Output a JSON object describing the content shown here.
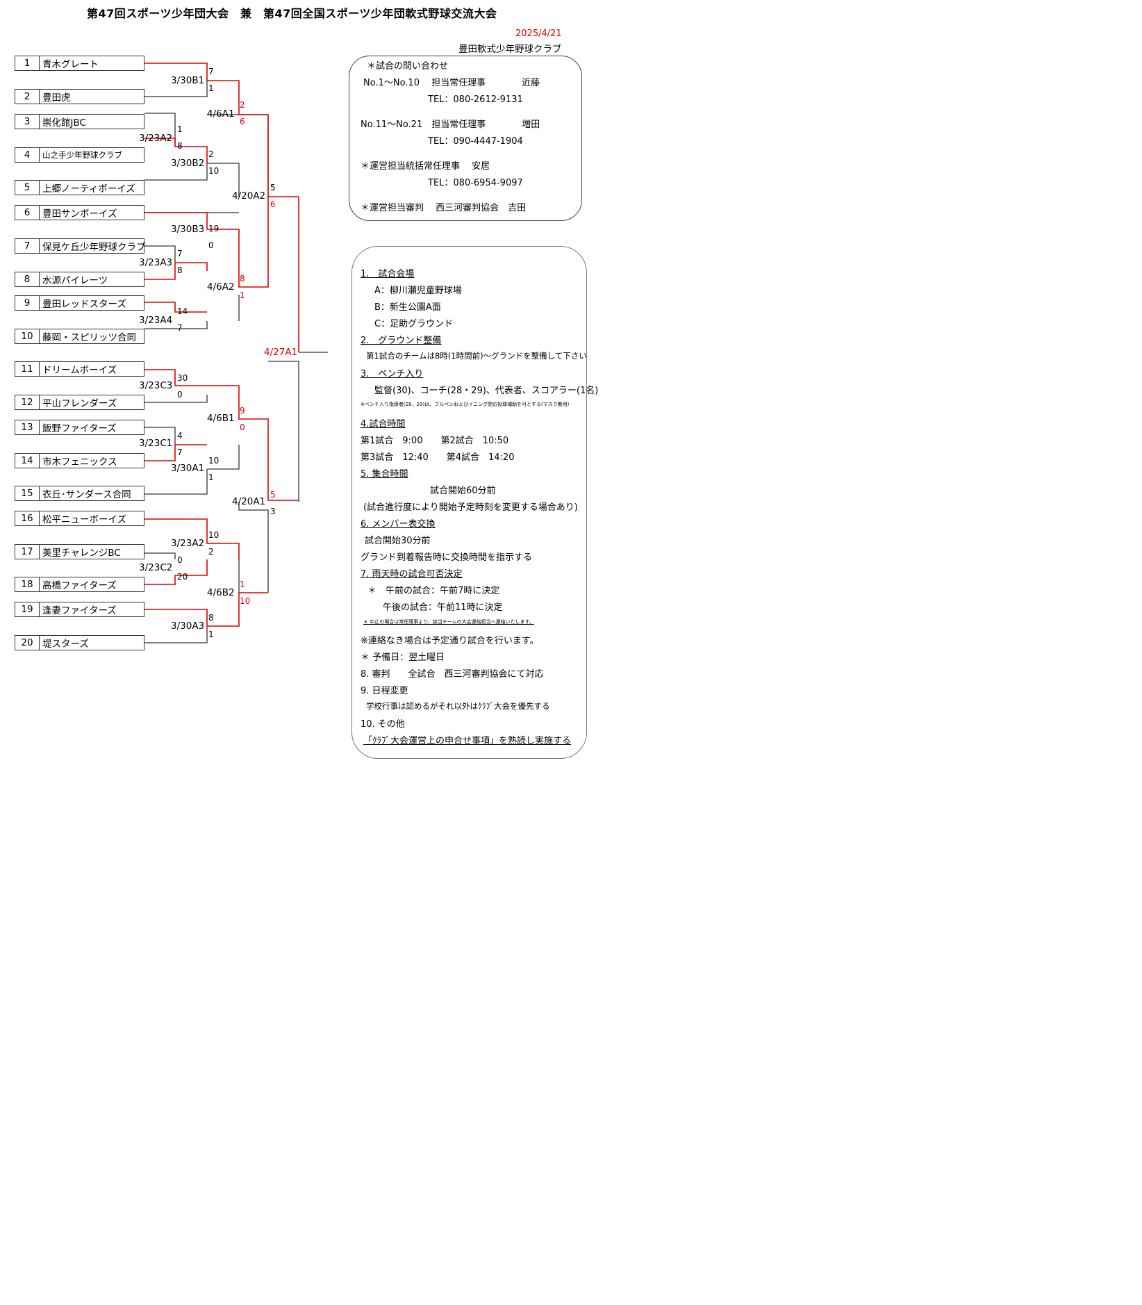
{
  "title": "第47回スポーツ少年団大会　兼　第47回全国スポーツ少年団軟式野球交流大会",
  "date": "2025/4/21",
  "organizer": "豊田軟式少年野球クラブ",
  "teams": [
    {
      "seed": "1",
      "name": "青木グレート"
    },
    {
      "seed": "2",
      "name": "豊田虎"
    },
    {
      "seed": "3",
      "name": "崇化館JBC"
    },
    {
      "seed": "4",
      "name": "山之手少年野球クラブ"
    },
    {
      "seed": "5",
      "name": "上郷ノーティボーイズ"
    },
    {
      "seed": "6",
      "name": "豊田サンボーイズ"
    },
    {
      "seed": "7",
      "name": "保見ケ丘少年野球クラブ"
    },
    {
      "seed": "8",
      "name": "水源パイレーツ"
    },
    {
      "seed": "9",
      "name": "豊田レッドスターズ"
    },
    {
      "seed": "10",
      "name": "藤岡・スピリッツ合同"
    },
    {
      "seed": "11",
      "name": "ドリームボーイズ"
    },
    {
      "seed": "12",
      "name": "平山フレンダーズ"
    },
    {
      "seed": "13",
      "name": "飯野ファイターズ"
    },
    {
      "seed": "14",
      "name": "市木フェニックス"
    },
    {
      "seed": "15",
      "name": "衣丘･サンダース合同"
    },
    {
      "seed": "16",
      "name": "松平ニューボーイズ"
    },
    {
      "seed": "17",
      "name": "美里チャレンジBC"
    },
    {
      "seed": "18",
      "name": "高橋ファイターズ"
    },
    {
      "seed": "19",
      "name": "逢妻ファイターズ"
    },
    {
      "seed": "20",
      "name": "堤スターズ"
    }
  ],
  "games": [
    {
      "label": "3/30B1",
      "top": "7",
      "bottom": "1"
    },
    {
      "label": "3/23A2",
      "top": "1",
      "bottom": "8"
    },
    {
      "label": "3/30B2",
      "top": "2",
      "bottom": "10"
    },
    {
      "label": "4/6A1",
      "top": "2",
      "bottom": "6"
    },
    {
      "label": "3/30B3",
      "top": "19",
      "bottom": "0"
    },
    {
      "label": "3/23A3",
      "top": "7",
      "bottom": "8"
    },
    {
      "label": "3/23A4",
      "top": "14",
      "bottom": "7"
    },
    {
      "label": "4/6A2",
      "top": "8",
      "bottom": "1"
    },
    {
      "label": "4/20A2",
      "top": "5",
      "bottom": "6"
    },
    {
      "label": "4/27A1"
    },
    {
      "label": "3/23C3",
      "top": "30",
      "bottom": "0"
    },
    {
      "label": "3/23C1",
      "top": "4",
      "bottom": "7"
    },
    {
      "label": "3/30A1",
      "top": "10",
      "bottom": "1"
    },
    {
      "label": "4/6B1",
      "top": "9",
      "bottom": "0"
    },
    {
      "label": "3/23A2",
      "top": "10",
      "bottom": "2"
    },
    {
      "label": "3/23C2",
      "top": "0",
      "bottom": "20"
    },
    {
      "label": "3/30A3",
      "top": "8",
      "bottom": "1"
    },
    {
      "label": "4/6B2",
      "top": "1",
      "bottom": "10"
    },
    {
      "label": "4/20A1",
      "top": "5",
      "bottom": "3"
    }
  ],
  "contacts": {
    "heading": "＊試合の問い合わせ",
    "range1": "No.1～No.10　 担当常任理事　　　　近藤",
    "tel1": "TEL：080-2612-9131",
    "range2": "No.11～No.21　担当常任理事　　　　増田",
    "tel2": "TEL：090-4447-1904",
    "ops": "＊運営担当統括常任理事　 安居",
    "tel3": "TEL：080-6954-9097",
    "umpire": "＊運営担当審判　 西三河審判協会　吉田"
  },
  "rules": {
    "r1": "1.　試合会場",
    "r1a": "A：柳川瀬児童野球場",
    "r1b": "B：新生公園A面",
    "r1c": "C：足助グラウンド",
    "r2": "2.　グラウンド整備",
    "r2a": "第1試合のチームは8時(1時間前)～グランドを整備して下さい",
    "r3": "3.　ベンチ入り",
    "r3a": "監督(30)、コーチ(28・29)、代表者、スコアラー(1名)",
    "r3b": "※ベンチ入り指導者(28，29)は、ブルペンおよびイニング間の投球補助を可とする(マスク着用)",
    "r4": "4.試合時間",
    "r4a": "第1試合　9:00　　第2試合　10:50",
    "r4b": "第3試合　12:40　　第4試合　14:20",
    "r5": "5. 集合時間",
    "r5a": "試合開始60分前",
    "r5b": "(試合進行度により開始予定時刻を変更する場合あり)",
    "r6": "6. メンバー表交換",
    "r6a": "試合開始30分前",
    "r6b": "グランド到着報告時に交換時間を指示する",
    "r7": "7. 雨天時の試合可否決定",
    "r7a": "＊　午前の試合：午前7時に決定",
    "r7b": "午後の試合：午前11時に決定",
    "r7c": "＊ 中止の場合は常任理事より、該当チームの大会連絡担当へ連絡いたします。",
    "r7d": "※連絡なき場合は予定通り試合を行います。",
    "r7e": "＊ 予備日：翌土曜日",
    "r8": "8. 審判　　全試合　西三河審判協会にて対応",
    "r9": "9. 日程変更",
    "r9a": "学校行事は認めるがそれ以外はｸﾗﾌﾞ大会を優先する",
    "r10": "10. その他",
    "r10a": "「ｸﾗﾌﾞ大会運営上の申合せ事項」を熟読し実施する"
  },
  "colors": {
    "winner_line": "#e00000",
    "loser_line": "#333333",
    "info_box_border": "#5b80a8"
  }
}
